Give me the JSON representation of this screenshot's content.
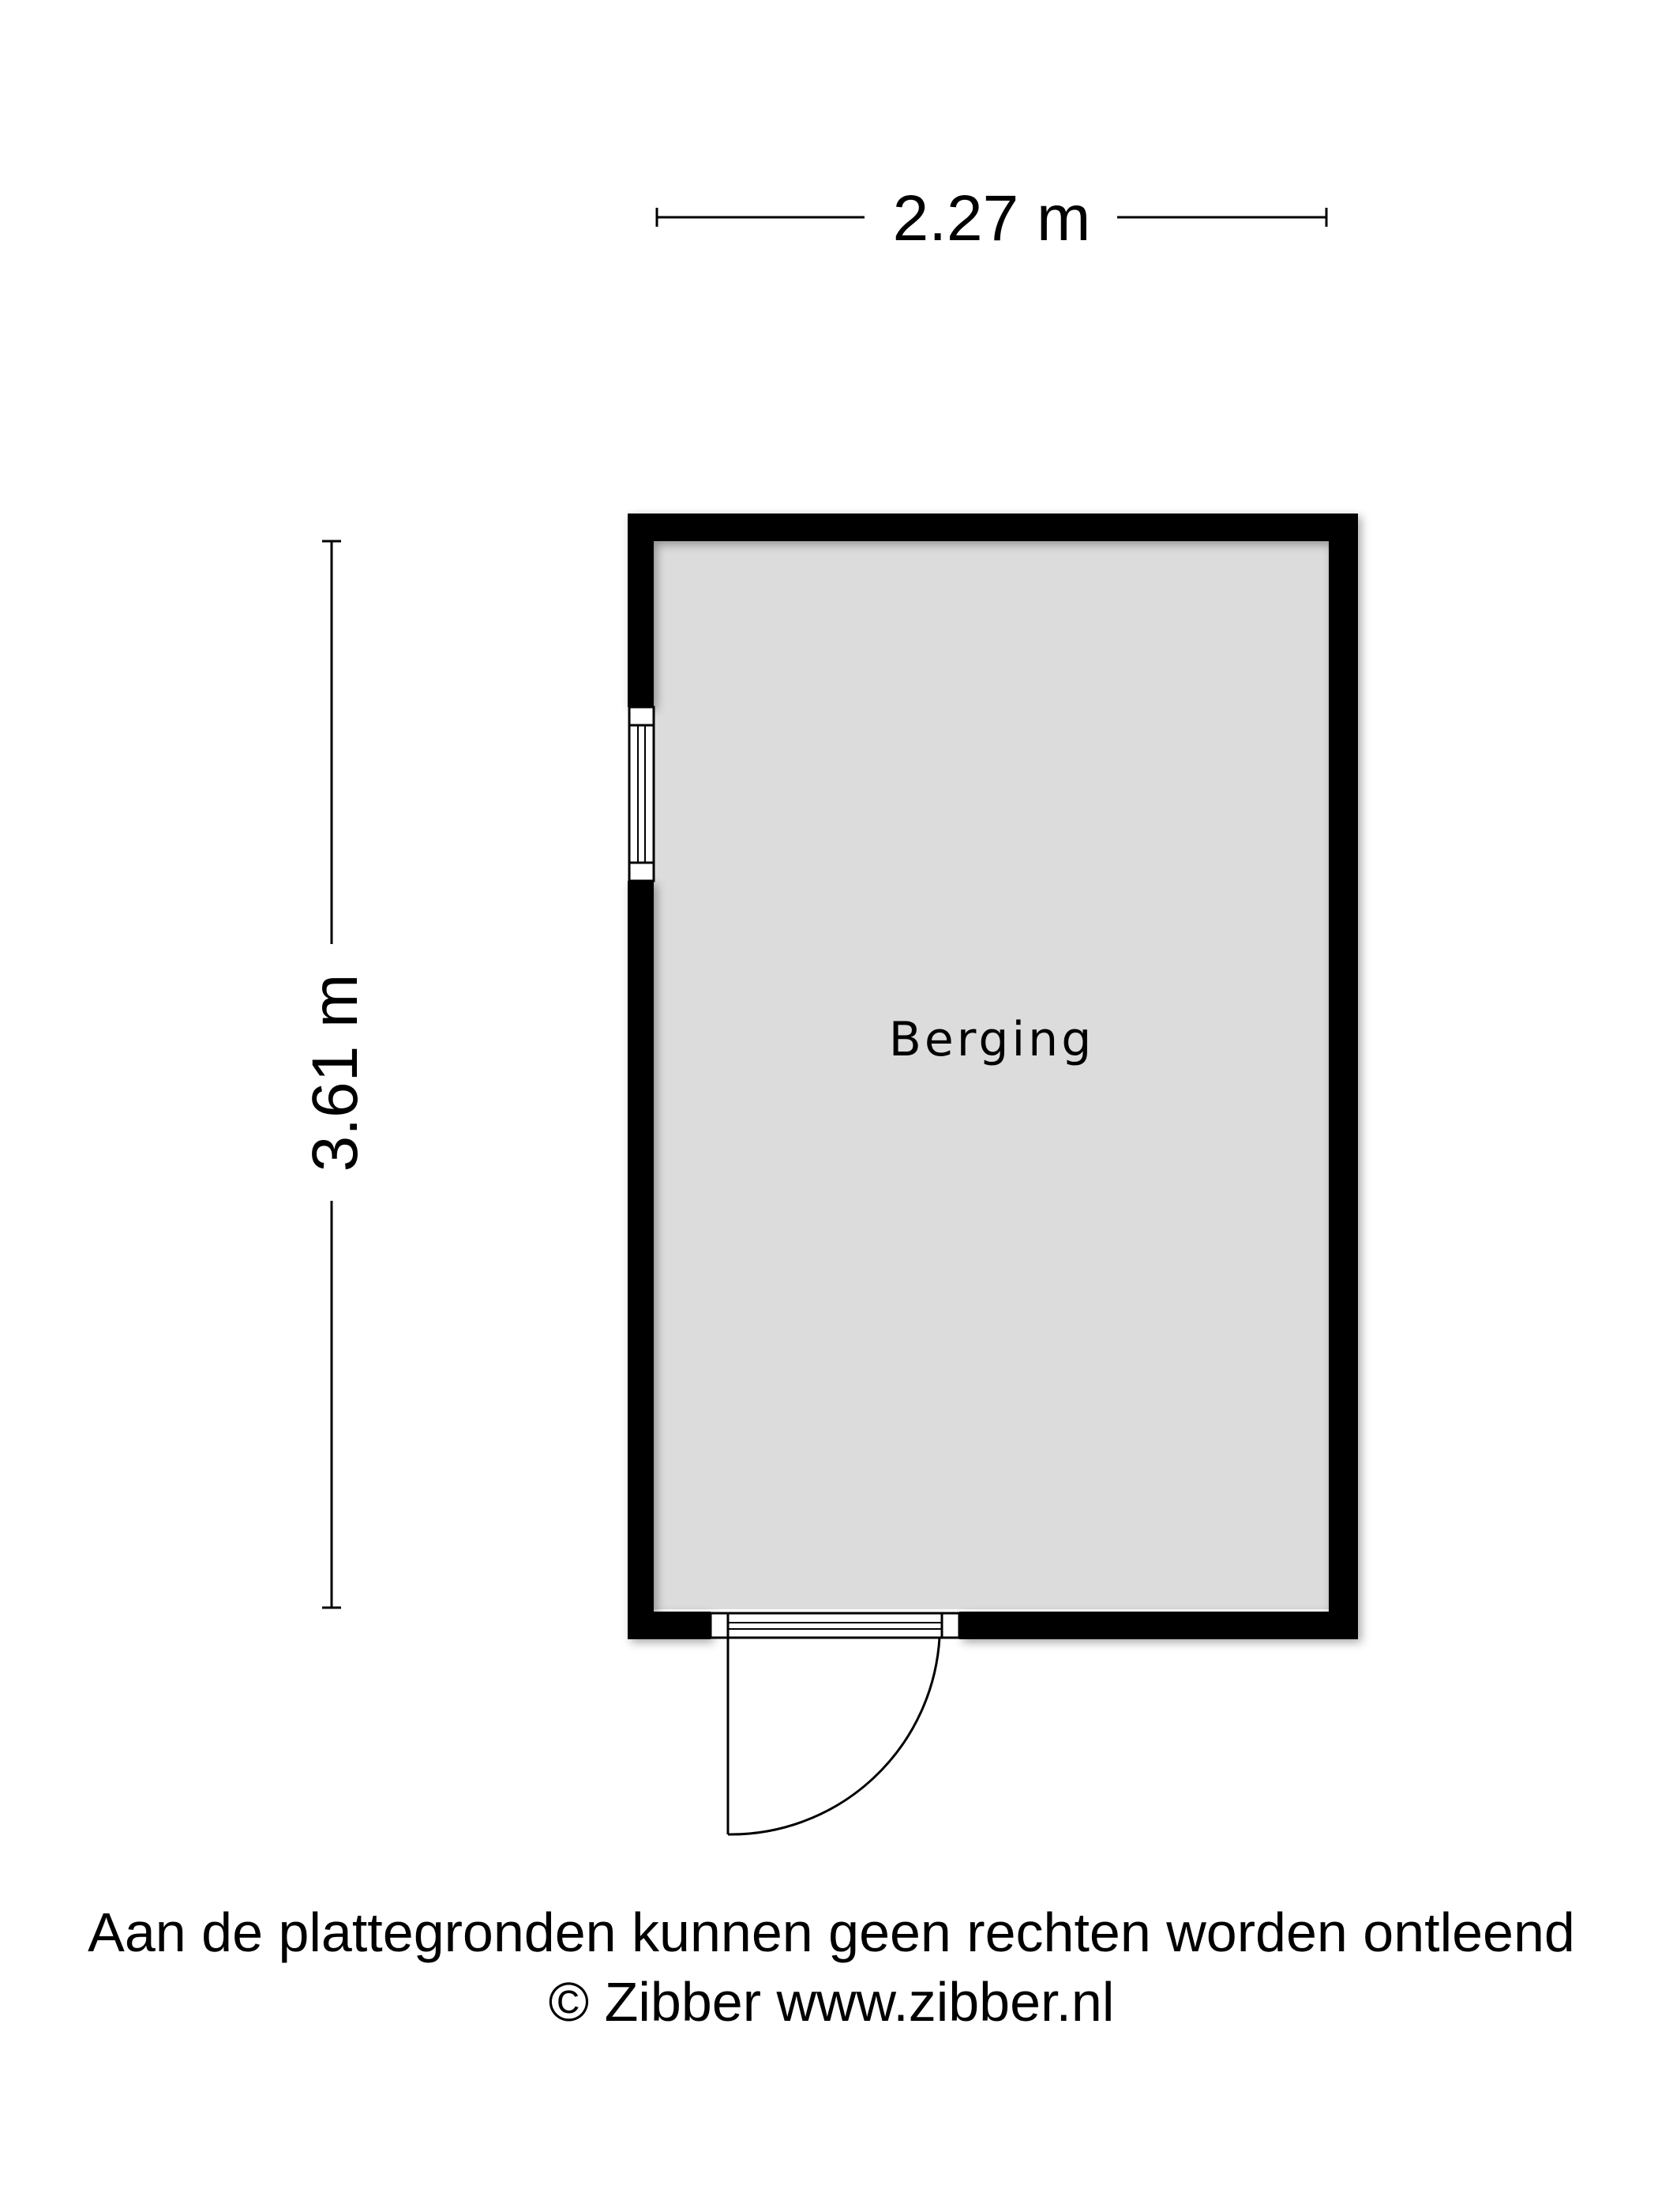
{
  "dimensions": {
    "width_label": "2.27 m",
    "height_label": "3.61 m"
  },
  "room": {
    "name": "Berging"
  },
  "footer": {
    "disclaimer": "Aan de plattegronden kunnen geen rechten worden ontleend",
    "copyright": "© Zibber www.zibber.nl"
  },
  "colors": {
    "wall": "#000000",
    "floor": "#dcdcdc",
    "background": "#ffffff"
  }
}
